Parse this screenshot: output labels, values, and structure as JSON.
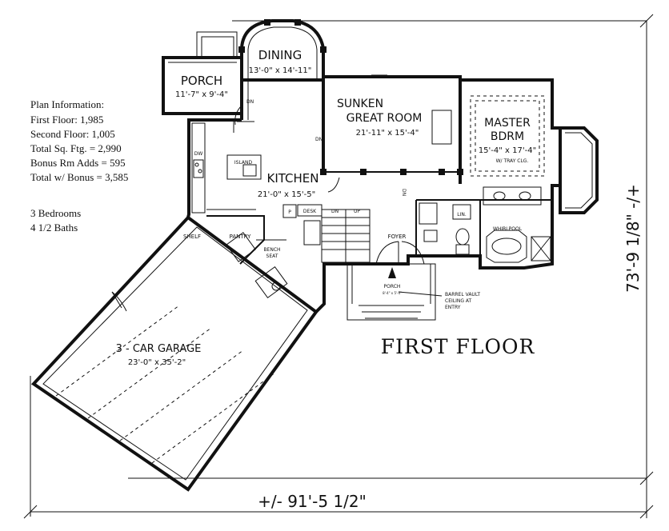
{
  "plan_info": {
    "heading": "Plan Information:",
    "lines": [
      "First Floor: 1,985",
      "Second Floor: 1,005",
      "Total Sq. Ftg. = 2,990",
      "Bonus Rm Adds = 595",
      "Total w/ Bonus = 3,585"
    ],
    "bedrooms": "3 Bedrooms",
    "baths": "4 1/2 Baths"
  },
  "rooms": {
    "porch_rear": {
      "name": "PORCH",
      "size": "11'-7\" x 9'-4\""
    },
    "dining": {
      "name": "DINING",
      "size": "13'-0\" x 14'-11\""
    },
    "great_room": {
      "name1": "SUNKEN",
      "name2": "GREAT ROOM",
      "size": "21'-11\" x 15'-4\""
    },
    "master": {
      "name1": "MASTER",
      "name2": "BDRM",
      "size": "15'-4\" x 17'-4\"",
      "note": "W/ TRAY CLG."
    },
    "kitchen": {
      "name": "KITCHEN",
      "size": "21'-0\" x 15'-5\""
    },
    "island": "ISLAND",
    "garage": {
      "name": "3 - CAR GARAGE",
      "size": "23'-0\" x 35'-2\""
    },
    "pantry": "PANTRY",
    "shelf": "SHELF",
    "bench": "BENCH",
    "seat": "SEAT",
    "desk": "DESK",
    "foyer": "FOYER",
    "lin": "LIN.",
    "whirlpool": "WHIRLPOOL",
    "porch_front": {
      "name": "PORCH",
      "size": "8'-4\" x 5'-4\""
    },
    "pw": "P",
    "dw": "DW"
  },
  "notes": {
    "dn": "DN",
    "up": "UP",
    "barrel1": "BARREL VAULT",
    "barrel2": "CEILING AT",
    "barrel3": "ENTRY"
  },
  "floor_title": "FIRST FLOOR",
  "dimensions": {
    "width": "+/- 91'-5 1/2\"",
    "depth": "73'-9 1/8\" -/+"
  }
}
